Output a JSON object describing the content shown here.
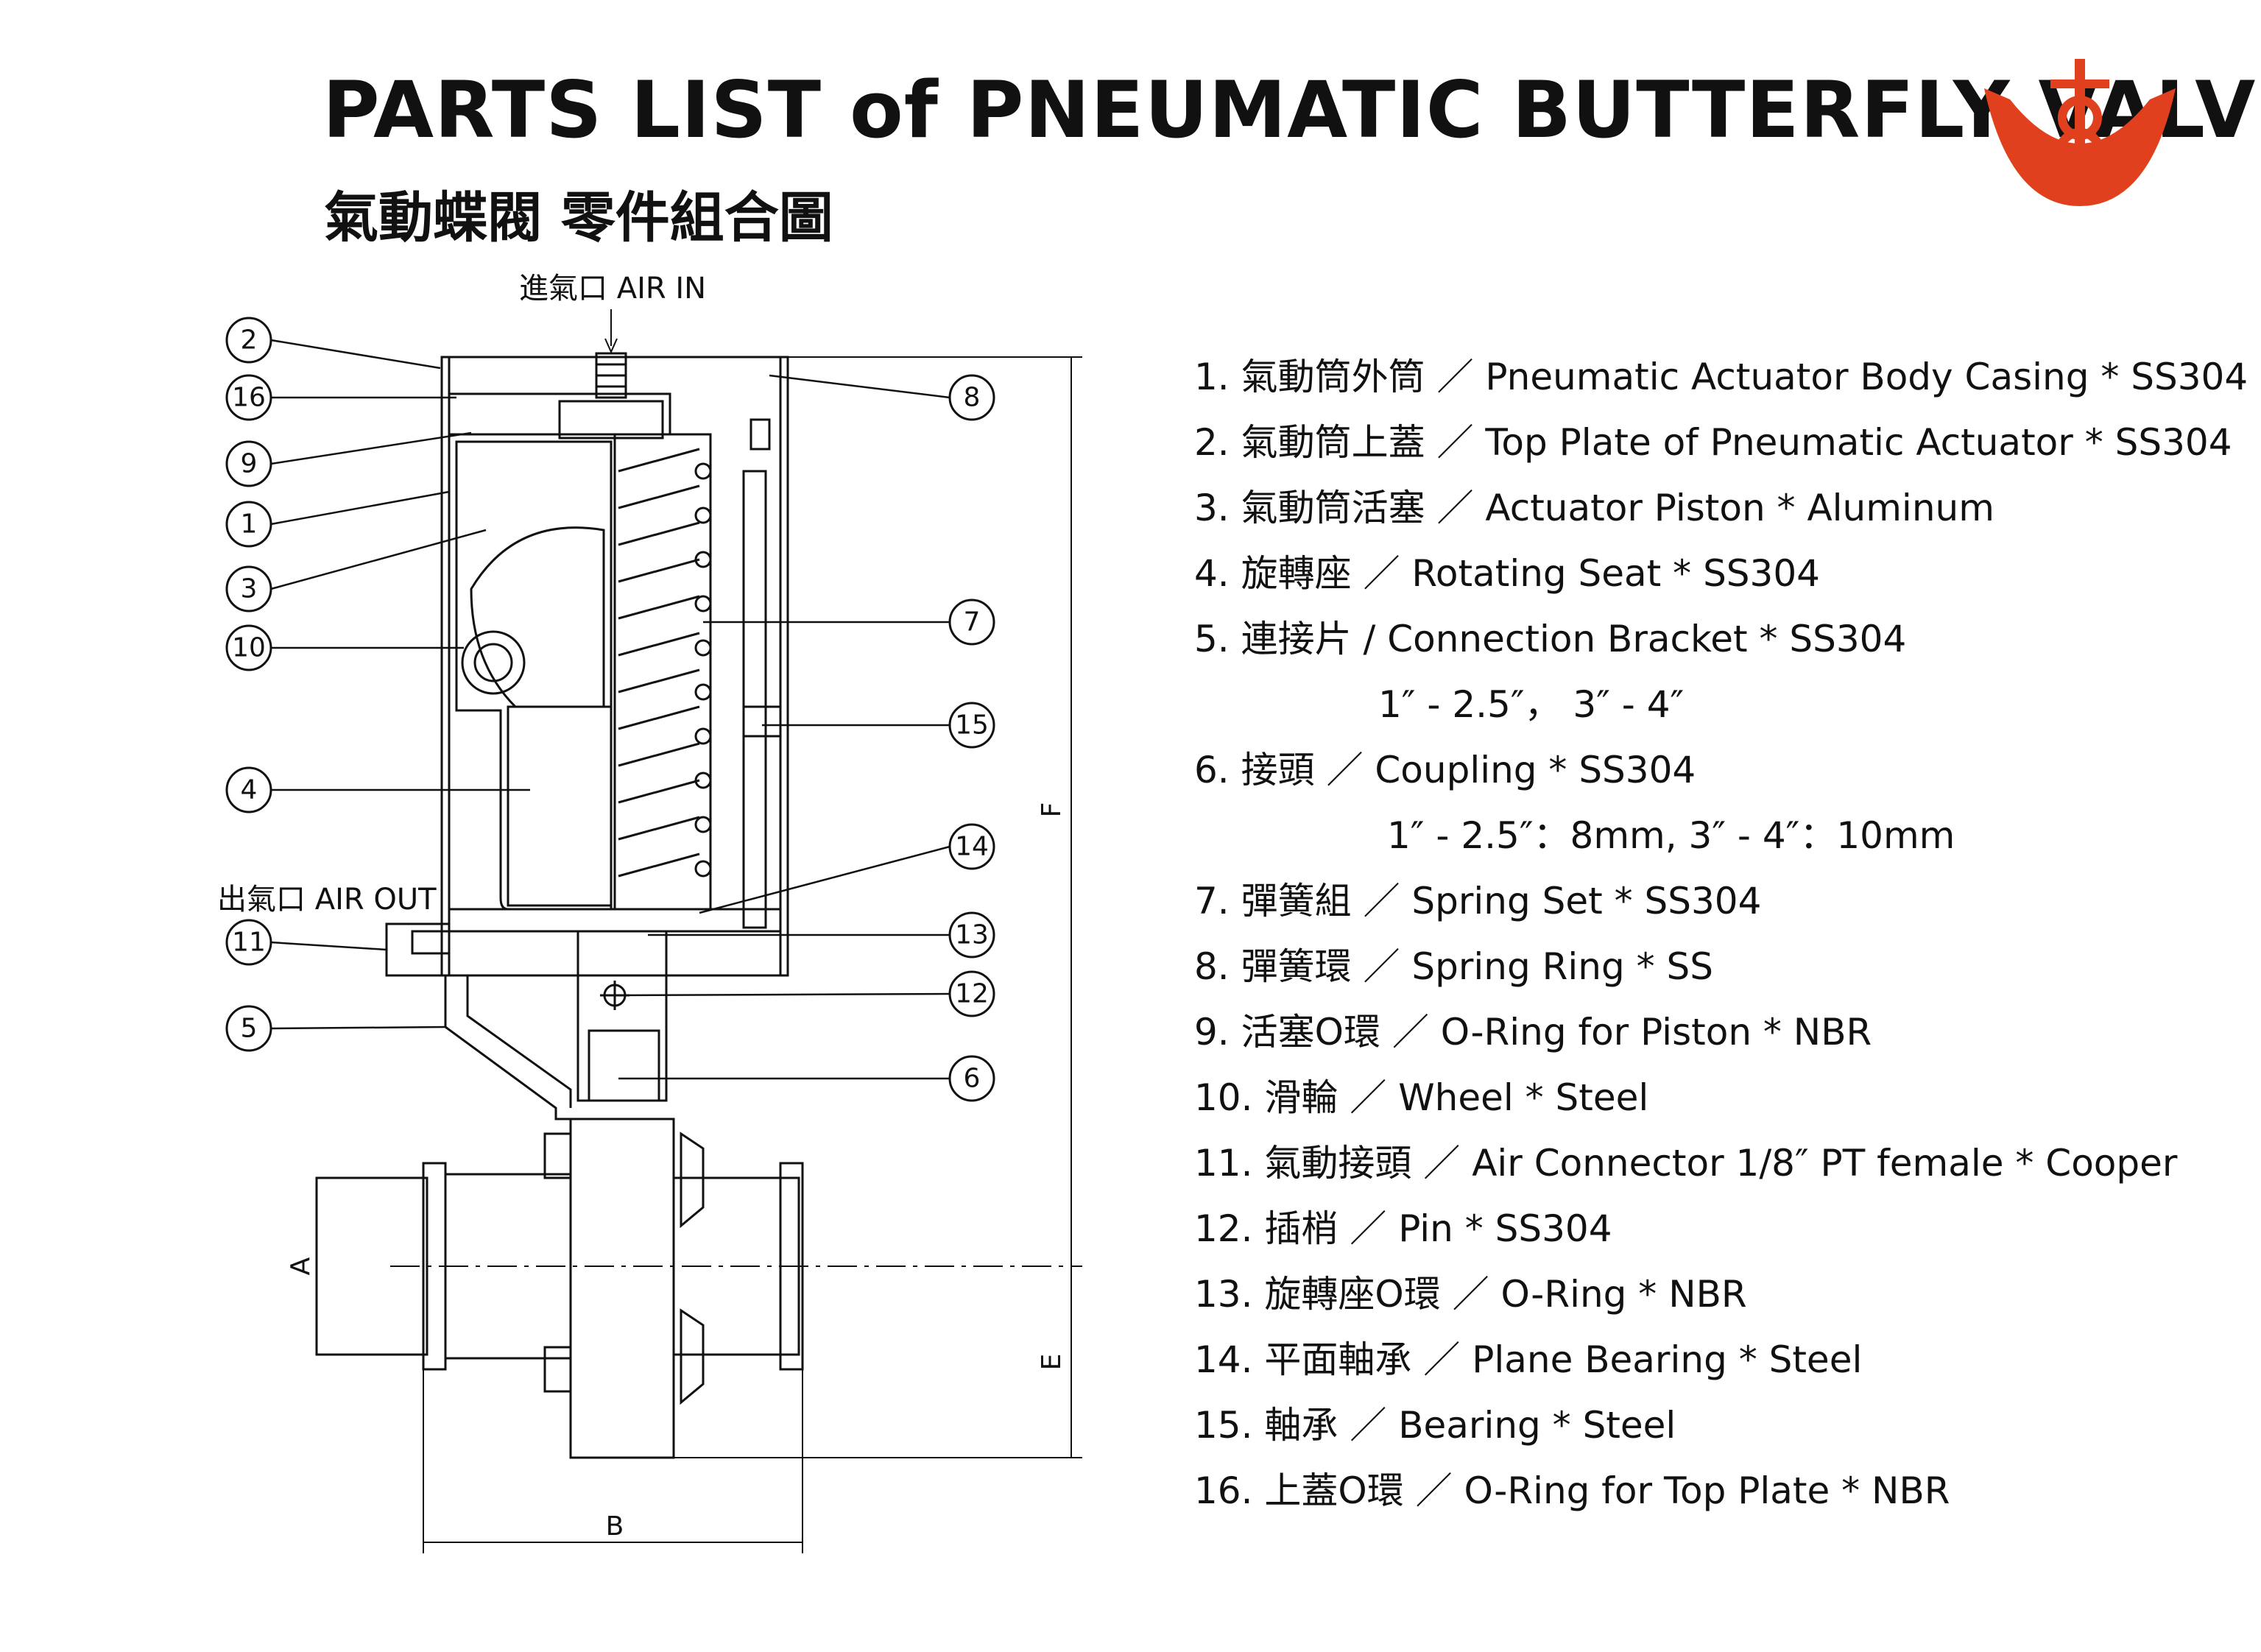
{
  "header": {
    "title": "PARTS  LIST  of  PNEUMATIC BUTTERFLY  VALVE",
    "subtitle": "氣動蝶閥  零件組合圖"
  },
  "logo": {
    "name": "company-logo",
    "color": "#e0401e"
  },
  "diagram": {
    "air_in_label": "進氣口 AIR IN",
    "air_out_label": "出氣口 AIR OUT",
    "dimension_labels": {
      "A": "A",
      "B": "B",
      "E": "E",
      "F": "F"
    },
    "callouts": [
      "2",
      "16",
      "9",
      "1",
      "3",
      "10",
      "4",
      "11",
      "5",
      "8",
      "7",
      "15",
      "14",
      "13",
      "12",
      "6"
    ]
  },
  "parts": [
    {
      "text": "1. 氣動筒外筒 ／ Pneumatic Actuator Body Casing * SS304"
    },
    {
      "text": "2. 氣動筒上蓋 ／ Top Plate of Pneumatic Actuator * SS304"
    },
    {
      "text": "3. 氣動筒活塞 ／ Actuator Piston * Aluminum"
    },
    {
      "text": "4. 旋轉座 ／ Rotating Seat * SS304"
    },
    {
      "text": "5. 連接片 / Connection Bracket  * SS304"
    },
    {
      "text": "1″ - 2.5″，      3″ - 4″",
      "sub": true
    },
    {
      "text": "6.  接頭 ／ Coupling  * SS304"
    },
    {
      "text": "1″ - 2.5″：8mm,       3″ - 4″：10mm",
      "sub2": true
    },
    {
      "text": "7. 彈簧組 ／ Spring Set  *  SS304"
    },
    {
      "text": "8. 彈簧環 ／ Spring Ring  * SS"
    },
    {
      "text": "9. 活塞O環 ／ O-Ring for Piston  * NBR"
    },
    {
      "text": "10. 滑輪 ／ Wheel  * Steel"
    },
    {
      "text": "11. 氣動接頭 ／ Air Connector 1/8″ PT female * Cooper"
    },
    {
      "text": "12. 插梢 ／ Pin  * SS304"
    },
    {
      "text": "13. 旋轉座O環 ／ O-Ring * NBR"
    },
    {
      "text": "14. 平面軸承 ／ Plane Bearing  * Steel"
    },
    {
      "text": "15. 軸承 ／ Bearing  * Steel"
    },
    {
      "text": "16. 上蓋O環 ／ O-Ring for Top Plate  * NBR"
    }
  ]
}
